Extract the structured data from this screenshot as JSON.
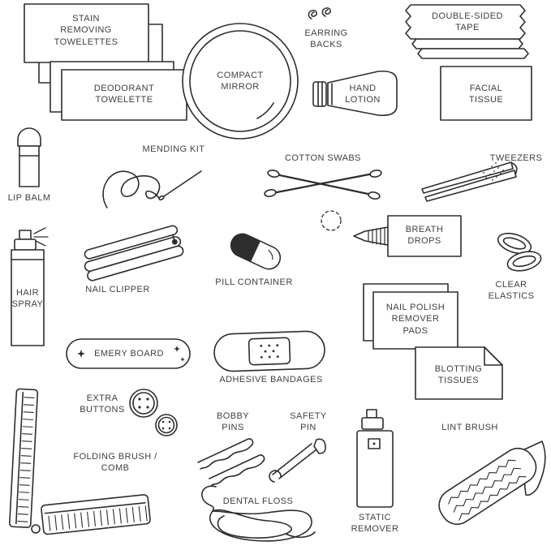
{
  "meta": {
    "background": "#ffffff",
    "ink": "#2d2d2d",
    "text": "#3f3f3f"
  },
  "items": {
    "stain_removing_towelettes": "STAIN REMOVING TOWELETTES",
    "deodorant_towelette": "DEODORANT TOWELETTE",
    "compact_mirror": "COMPACT MIRROR",
    "earring_backs": "EARRING BACKS",
    "double_sided_tape": "DOUBLE-SIDED TAPE",
    "hand_lotion": "HAND LOTION",
    "facial_tissue": "FACIAL TISSUE",
    "lip_balm": "LIP BALM",
    "mending_kit": "MENDING KIT",
    "cotton_swabs": "COTTON SWABS",
    "tweezers": "TWEEZERS",
    "hair_spray": "HAIR SPRAY",
    "nail_clipper": "NAIL CLIPPER",
    "pill_container": "PILL CONTAINER",
    "breath_drops": "BREATH DROPS",
    "clear_elastics": "CLEAR ELASTICS",
    "emery_board": "EMERY BOARD",
    "adhesive_bandages": "ADHESIVE BANDAGES",
    "nail_polish_remover_pads": "NAIL POLISH REMOVER PADS",
    "blotting_tissues": "BLOTTING TISSUES",
    "extra_buttons": "EXTRA BUTTONS",
    "bobby_pins": "BOBBY PINS",
    "safety_pin": "SAFETY PIN",
    "folding_brush_comb": "FOLDING BRUSH / COMB",
    "dental_floss": "DENTAL FLOSS",
    "static_remover": "STATIC REMOVER",
    "lint_brush": "LINT BRUSH"
  }
}
